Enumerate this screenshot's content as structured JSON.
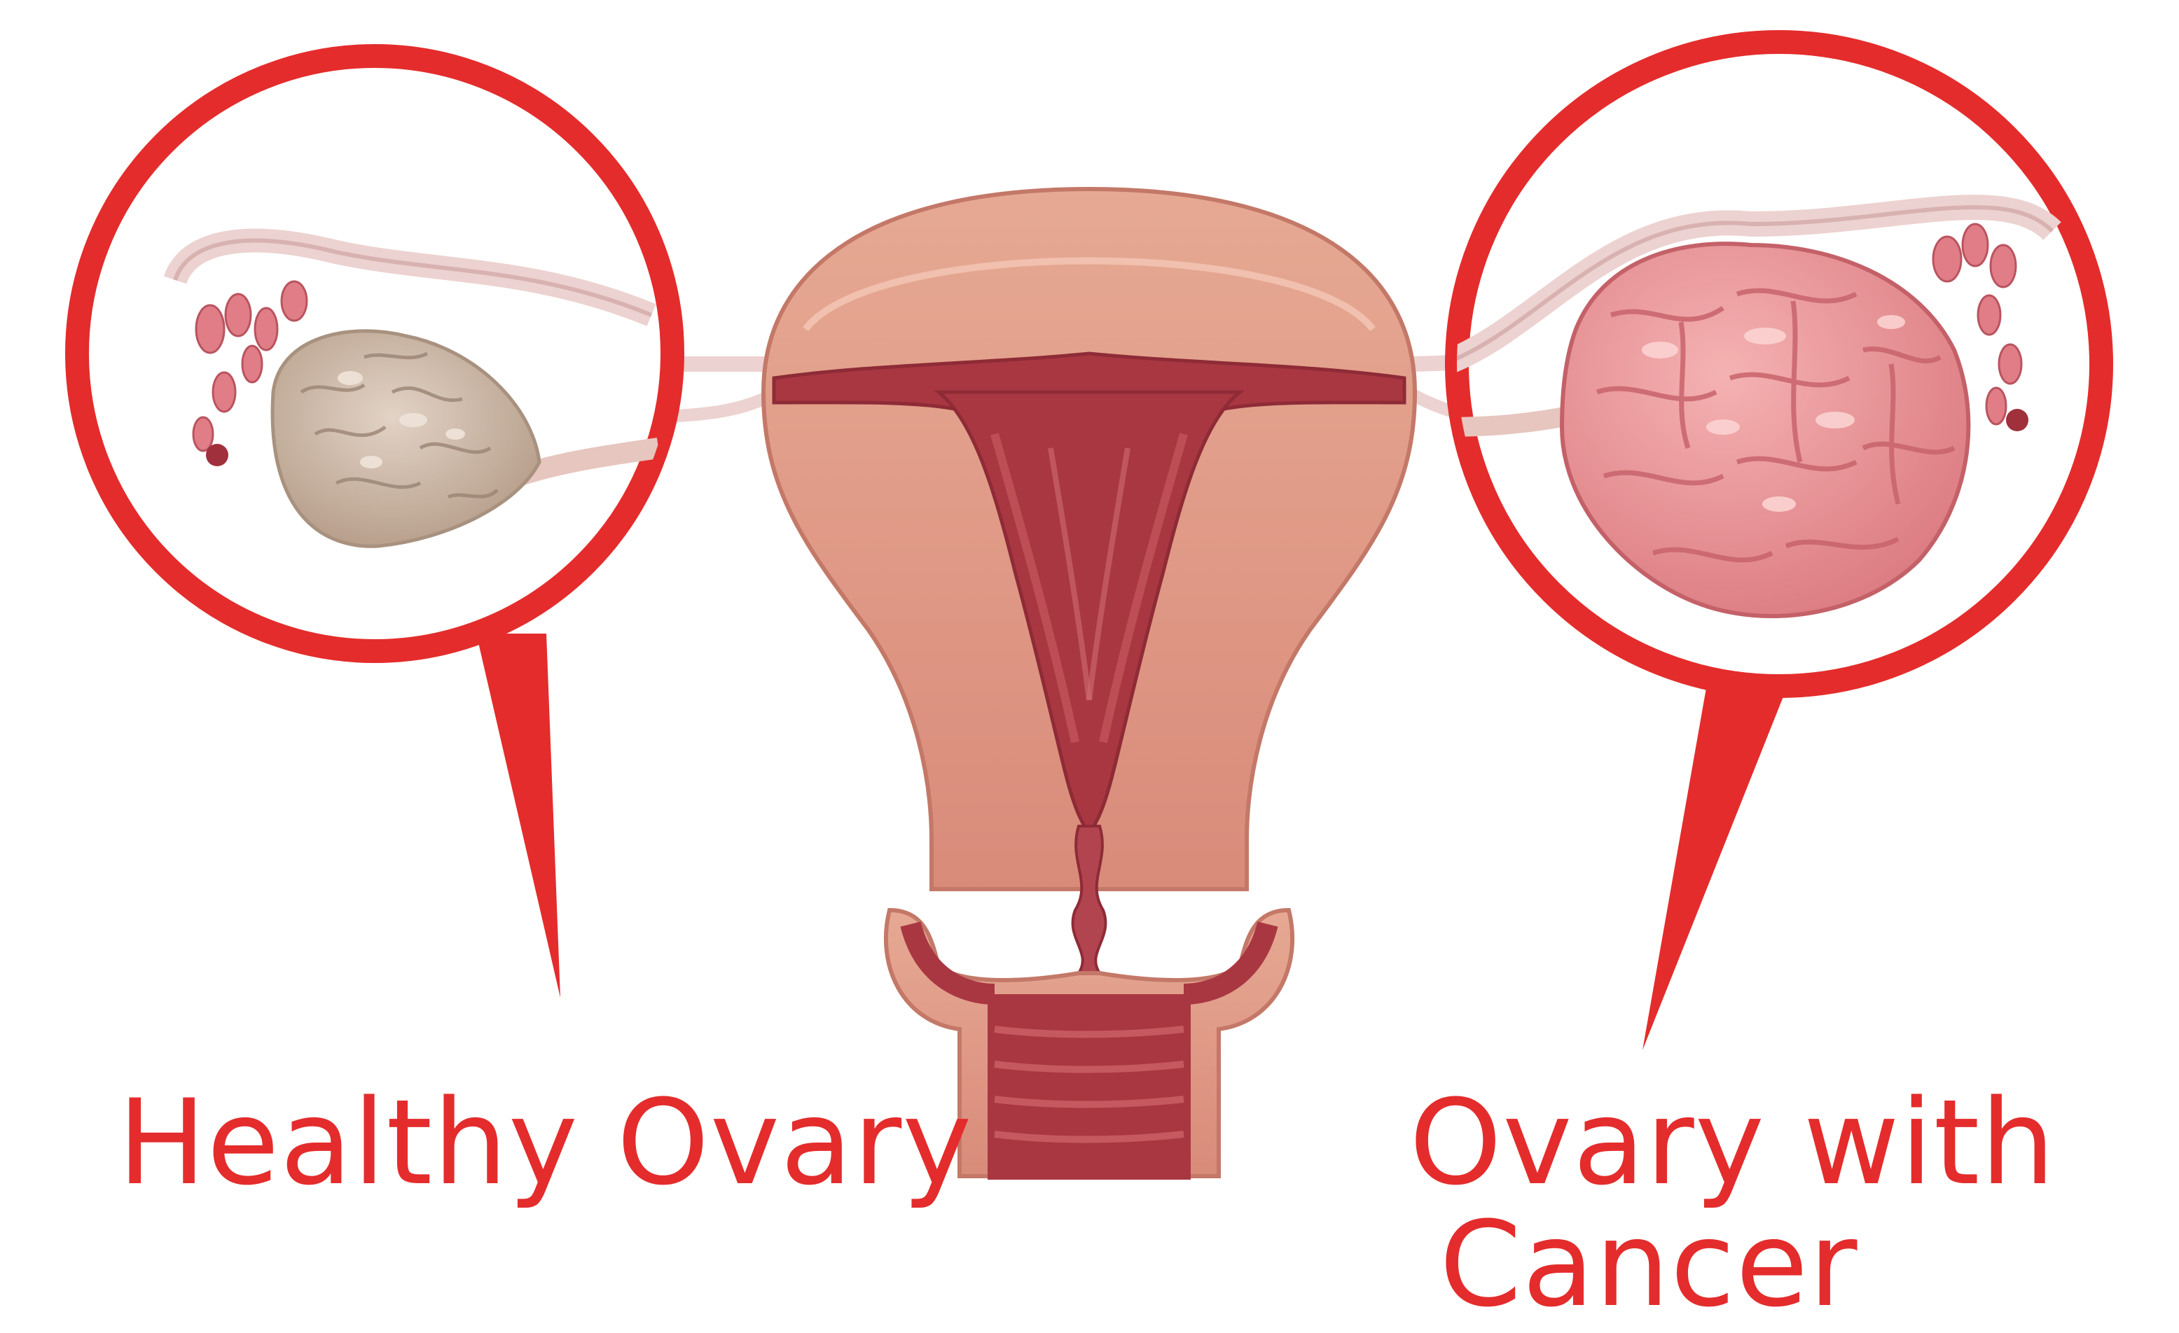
{
  "labels": {
    "healthy_ovary": "Healthy Ovary",
    "cancer_ovary_line1": "Ovary with",
    "cancer_ovary_line2": "Cancer"
  },
  "colors": {
    "accent_red": "#e42c2c",
    "uterus_outer": "#df9c87",
    "uterus_cavity": "#a93742",
    "healthy_ovary": "#c9b4a2",
    "cancer_ovary": "#e88e93",
    "fallopian_tube": "#ecd2d0"
  }
}
